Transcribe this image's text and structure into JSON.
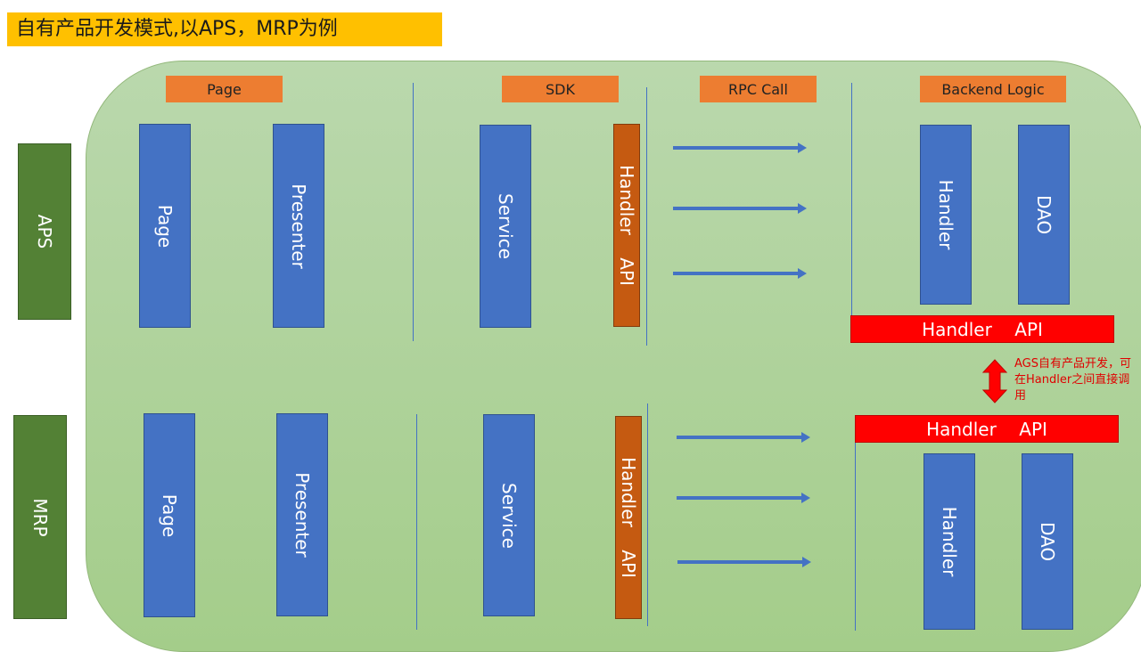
{
  "title": "自有产品开发模式,以APS，MRP为例",
  "headers": {
    "page": "Page",
    "sdk": "SDK",
    "rpc": "RPC Call",
    "backend": "Backend Logic"
  },
  "rows": {
    "aps": {
      "label": "APS",
      "page": "Page",
      "presenter": "Presenter",
      "service": "Service",
      "handler_api_sdk": "Handler    API",
      "handler": "Handler",
      "dao": "DAO",
      "handler_api_bar": "Handler    API"
    },
    "mrp": {
      "label": "MRP",
      "page": "Page",
      "presenter": "Presenter",
      "service": "Service",
      "handler_api_sdk": "Handler    API",
      "handler": "Handler",
      "dao": "DAO",
      "handler_api_bar": "Handler    API"
    }
  },
  "note": "AGS自有产品开发，可在Handler之间直接调用",
  "colors": {
    "title_bg": "#ffc000",
    "panel_green": "#a9d18e",
    "header_orange": "#ed7d31",
    "label_green": "#538135",
    "box_blue": "#4472c4",
    "sdk_api_orange": "#c55a11",
    "bar_red": "#ff0000",
    "arrow_red": "#e00000"
  },
  "icons": {
    "rpc_arrow": "right-arrow-icon",
    "link_arrow": "double-vertical-arrow-icon"
  }
}
